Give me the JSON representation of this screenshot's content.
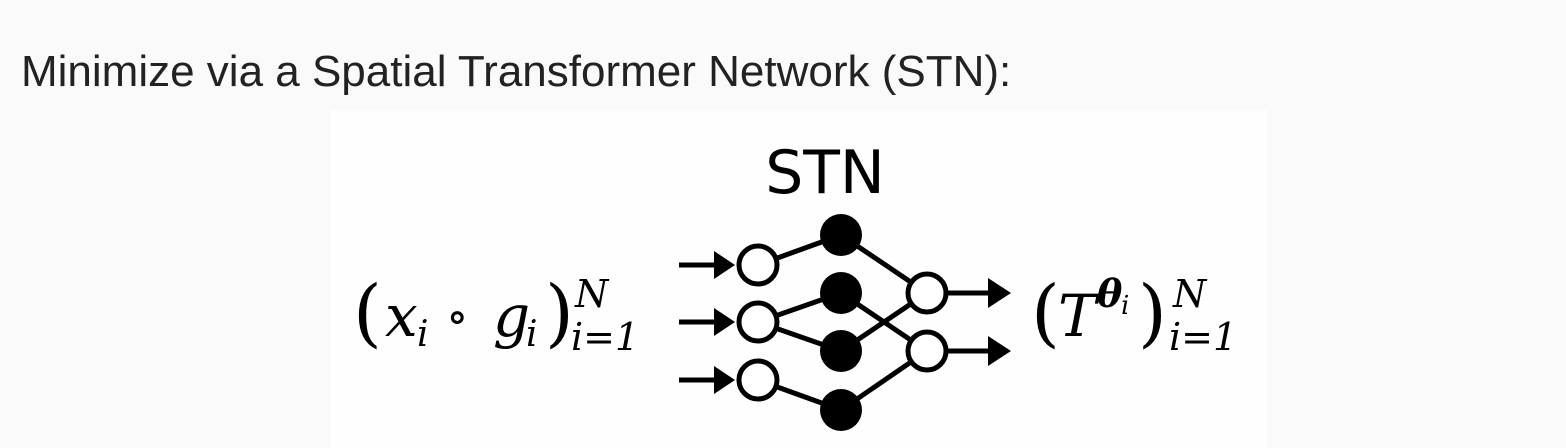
{
  "heading": "Minimize via a Spatial Transformer Network (STN):",
  "figure": {
    "block_label": "STN",
    "input": {
      "x": "x",
      "x_sub": "i",
      "op": "∘",
      "g": "g",
      "g_sub": "i",
      "sup": "N",
      "sub": "i=1"
    },
    "output": {
      "T": "T",
      "theta": "θ",
      "theta_sub": "i",
      "sup": "N",
      "sub": "i=1"
    },
    "colors": {
      "stroke": "#000000",
      "hidden_node_fill": "#000000",
      "io_node_fill": "#ffffff"
    }
  }
}
